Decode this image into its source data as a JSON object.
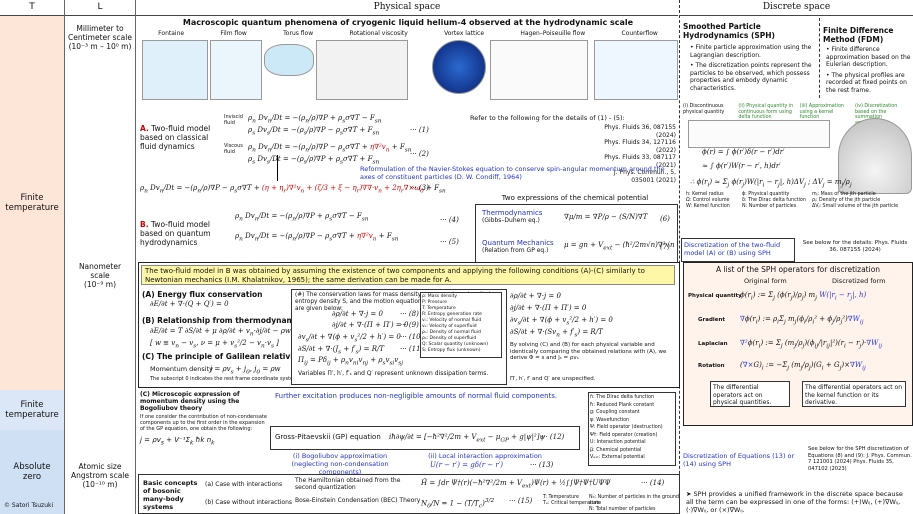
{
  "headers": {
    "T": "T",
    "L": "L",
    "physical": "Physical space",
    "discrete": "Discrete space"
  },
  "temperature_bands": [
    {
      "label": "Finite\ntemperature"
    },
    {
      "label": "Finite\ntemperature"
    },
    {
      "label": "Absolute\nzero"
    }
  ],
  "length_scales": [
    {
      "label": "Millimeter to\nCentimeter scale\n(10⁻³ m – 10⁰ m)"
    },
    {
      "label": "Nanometer\nscale\n(10⁻⁹ m)"
    },
    {
      "label": "Atomic size\nAngstrom scale\n(10⁻¹⁰ m)"
    }
  ],
  "copyright": "© Satori Tsuzuki",
  "top_title": "Macroscopic quantum phenomena of cryogenic liquid helium-4 observed at the hydrodynamic scale",
  "flows": [
    "Fontaine",
    "Film flow",
    "Torus flow",
    "Rotational viscosity",
    "Vortex lattice",
    "Hagen–Poiseuille flow",
    "Counterflow"
  ],
  "model_a": {
    "letter": "A.",
    "text": "Two-fluid model based on classical fluid dynamics",
    "inviscid": "Inviscid fluid",
    "viscous": "Viscous fluid"
  },
  "refs_top": {
    "intro": "Refer to the following for the details of (1) - (5):",
    "r1": "Phys. Fluids 36, 087155 (2024)",
    "r2": "Phys. Fluids 34, 127116 (2022)",
    "r3": "Phys. Fluids 33, 087117 (2021)",
    "r4": "J. Phys. Commun., 5, 035001 (2021)"
  },
  "reformulation": "Reformulation of the Navier-Stokes equation to conserve spin-angular momentum around the axes of constituent particles (D. W. Condiff, 1964)",
  "eq_labels": {
    "e1": "··· (1)",
    "e2": "··· (2)",
    "e3": "··· (3)",
    "e4": "··· (4)",
    "e5": "··· (5)",
    "e6": "(6)",
    "e7": "(7)"
  },
  "chem_pot": {
    "title": "Two expressions of the chemical potential",
    "thermo": "Thermodynamics",
    "thermo_sub": "(Gibbs–Duhem eq.)",
    "qm": "Quantum Mechanics",
    "qm_sub": "(Relation from GP eq.)"
  },
  "model_b": {
    "letter": "B.",
    "text": "Two-fluid model based on quantum hydrodynamics"
  },
  "yellow_note": "The two-fluid model in B was obtained by assuming the existence of two components and applying the following conditions (A)-(C) similarly to Newtonian mechanics (I.M. Khalatnikov, 1965); the same derivation can be made for A.",
  "conds": {
    "a": "(A) Energy flux conservation",
    "b": "(B) Relationship from thermodynamics",
    "c": "(C) The principle of Galilean relativity",
    "momentum": "Momentum density",
    "subscript": "The subscript 0 indicates the rest frame coordinate system."
  },
  "laws_note": "(#) The conservation laws for mass density ρ, momentum density j, entropy density S, and the motion equation for superfluid velocity vₛ are given below:",
  "law_labels": {
    "l8": "··· (8)",
    "l9": "··· (9)",
    "l10": "··· (10)",
    "l11": "··· (11)"
  },
  "variables_note": "Variables Π′, h′, f′ₛ and Q′ represent unknown dissipation terms.",
  "legend_top": [
    "ρ: Mass density",
    "P: Pressure",
    "T: Temperature",
    "R: Entropy generation rate",
    "vₙ: Velocity of normal fluid",
    "vₛ: Velocity of superfluid",
    "ρₙ: Density of normal fluid",
    "ρₛ: Density of superfluid",
    "Q: Scalar quantity (unknown)",
    "S: Entropy flux (unknown)"
  ],
  "solving_note": "By solving (C) and (B) for each physical variable and identically comparing the obtained relations with (A), we derive Φ = s and jₛ = ρvₛ",
  "unspecified": "Π′, h′, f′ and Q′ are unspecified.",
  "micro": {
    "title": "(C) Microscopic expression of momentum density using the Bogoliubov theory",
    "body": "If one consider the contribution of non-condensate components up to the first order in the expansion of the GP equation, one obtain the following:"
  },
  "further": "Further excitation produces non-negligible amounts of normal fluid components.",
  "gp_label": "Gross-Pitaevskii (GP) equation",
  "gp_num": "··· (12)",
  "bog": "(i) Bogoliubov approximation (neglecting non-condensation components)",
  "local": "(ii) Local interaction approximation",
  "local_num": "··· (13)",
  "legend_bot": [
    "ℏ: The Dirac delta function",
    "ħ: Reduced Plank constant",
    "g: Coupling constant",
    "ψ: Wavefunction",
    "Ψ: Field operator (destruction)",
    "Ψ†: Field operator (creation)",
    "U: Interaction potential",
    "μ҃: Chemical potential",
    "Vₑₓₜ: External potential"
  ],
  "basic": {
    "title": "Basic concepts of bosonic many-body systems",
    "case_a": "(a) Case with interactions",
    "case_b": "(b) Case without interactions",
    "hamil": "The Hamiltonian obtained from the second quantization",
    "hamil_num": "··· (14)",
    "bec": "Bose-Einstein Condensation (BEC) Theory",
    "bec_num": "··· (15)",
    "bec_legend1": "T: Temperature",
    "bec_legend2": "Tₑ: Critical temperature",
    "bec_legend3": "N₀: Number of particles in the ground state",
    "bec_legend4": "N: Total number of particles"
  },
  "sph": {
    "title": "Smoothed Particle Hydrodynamics (SPH)",
    "b1": "Finite particle approximation using the Lagrangian description.",
    "b2": "The discretization points represent the particles to be observed, which possess properties and embody dynamic characteristics."
  },
  "fdm": {
    "title": "Finite Difference Method (FDM)",
    "b1": "Finite difference approximation based on the Eulerian description.",
    "b2": "The physical profiles are recorded at fixed points on the rest frame."
  },
  "sph_steps": [
    "(i) Discontinuous physical quantity",
    "(ii) Physical quantity in continuous form using delta function",
    "(iii) Approximation using a kernel function",
    "(iv) Discretization based on the summation approximation"
  ],
  "sph_legend": [
    "h: Kernel radius",
    "Ω: Control volume",
    "W: Kernel function",
    "ϕ: Physical quantity",
    "δ: The Dirac delta function",
    "N: Number of particles",
    "mⱼ: Mass of the jth particle",
    "ρⱼ: Density of the jth particle",
    "ΔVⱼ: Small volume of the jth particle"
  ],
  "discretization_box": "Discretization of the two-fluid model (A) or (B) using SPH",
  "see_below1": "See below for the details: Phys. Fluids 36, 087155 (2024)",
  "op_list": {
    "title": "A list of the SPH operators for discretization",
    "orig": "Original form",
    "disc": "Discretized form",
    "rows": [
      "Physical quantity",
      "Gradient",
      "Laplacian",
      "Rotation"
    ],
    "note_left": "The differential operators act on physical quantities.",
    "note_right": "The differential operators act on the kernel function or its derivative."
  },
  "disc_13": "Discretization of Equations (13) or (14) using SPH",
  "see_below2": "See below for the SPH discretization of Equations (8) and (9): J. Phys. Commun. 7 121001 (2024) Phys. Fluids 35, 047102 (2023)",
  "summary": "SPH provides a unified framework in the discrete space because all the term can be expressed in one of the forms: (+)Wᵢⱼ, (+)∇Wᵢⱼ, (·)∇Wᵢⱼ, or (×)∇Wᵢⱼ."
}
